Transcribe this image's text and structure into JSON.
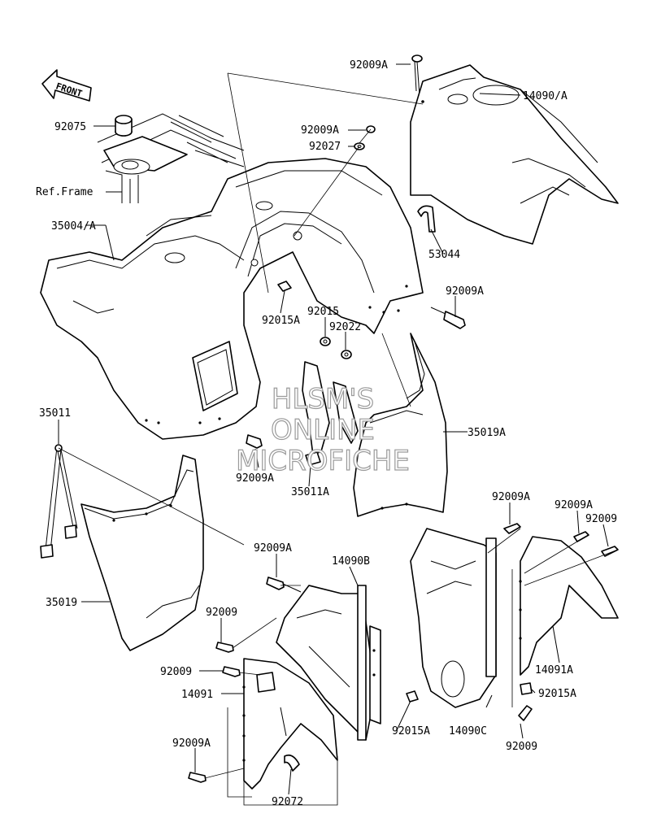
{
  "orientation": "FRONT",
  "watermark": [
    "HLSM'S",
    "ONLINE",
    "MICROFICHE"
  ],
  "labels": {
    "p92009A_top": "92009A",
    "p14090A": "14090/A",
    "p92075": "92075",
    "p92009A_a": "92009A",
    "p92027": "92027",
    "ref_frame": "Ref.Frame",
    "p35004A": "35004/A",
    "p53044": "53044",
    "p92015A_a": "92015A",
    "p92009A_b": "92009A",
    "p92015": "92015",
    "p92022": "92022",
    "p35011": "35011",
    "p35019A": "35019A",
    "p92009A_c": "92009A",
    "p35011A": "35011A",
    "p92009A_d": "92009A",
    "p92009A_e": "92009A",
    "p92009_a": "92009",
    "p92009A_f": "92009A",
    "p14090B": "14090B",
    "p35019": "35019",
    "p92009_b": "92009",
    "p92009_c": "92009",
    "p14091": "14091",
    "p14091A": "14091A",
    "p92015A_b": "92015A",
    "p92015A_c": "92015A",
    "p14090C": "14090C",
    "p92009A_g": "92009A",
    "p92009_d": "92009",
    "p92072": "92072"
  }
}
